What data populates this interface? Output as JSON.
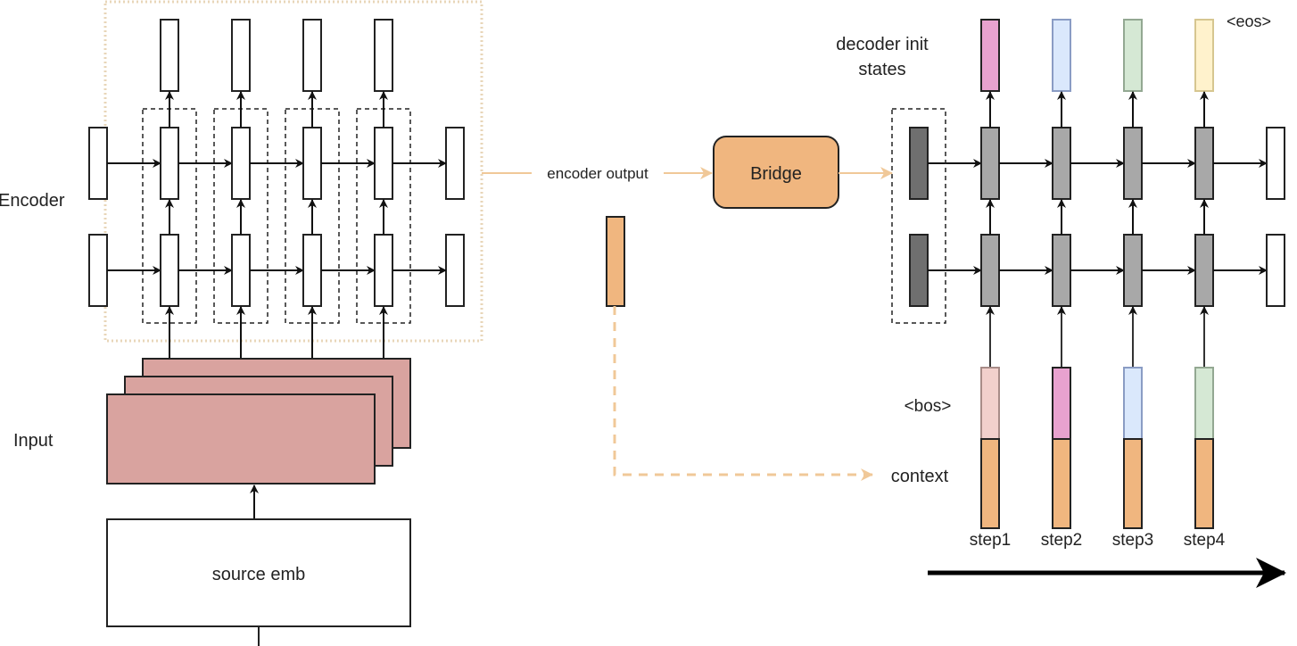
{
  "labels": {
    "encoder": "Encoder",
    "input": "Input",
    "source_emb": "source emb",
    "encoder_output": "encoder output",
    "bridge": "Bridge",
    "decoder_init_line1": "decoder init",
    "decoder_init_line2": "states",
    "eos": "<eos>",
    "bos": "<bos>",
    "context": "context",
    "steps": [
      "step1",
      "step2",
      "step3",
      "step4"
    ]
  },
  "encoder": {
    "layers": 2,
    "timesteps": 4
  },
  "decoder": {
    "layers": 2,
    "timesteps": 4,
    "output_colors": [
      "#e8a2cf",
      "#dae8fc",
      "#d5e8d4",
      "#fff2cc"
    ],
    "output_stroke_colors": [
      "#222222",
      "#8a9cc4",
      "#93a892",
      "#d6c690"
    ],
    "input_token_colors": [
      "#f2d0cc",
      "#e8a2cf",
      "#dae8fc",
      "#d5e8d4"
    ],
    "input_token_stroke_colors": [
      "#a88c88",
      "#222222",
      "#8a9cc4",
      "#93a892"
    ]
  },
  "colors": {
    "input_fill": "#d9a39f",
    "orange": "#f0b67f",
    "orange_line": "#f0c898",
    "encoder_border": "#e8d6b8",
    "decoder_cell": "#a8a8a8",
    "init_state": "#6f6f6f",
    "stroke": "#222222"
  }
}
